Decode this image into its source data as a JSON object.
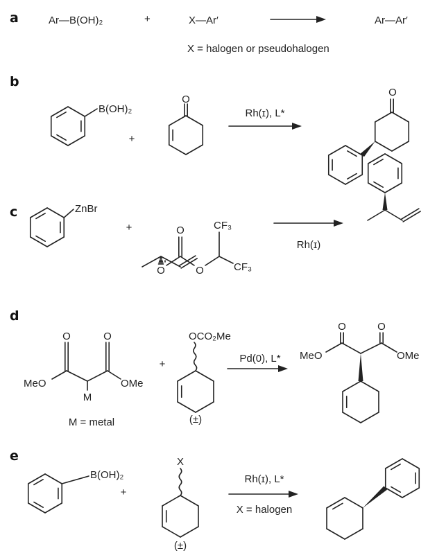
{
  "panels": {
    "a": {
      "label": "a",
      "reactant1": "Ar—B(OH)₂",
      "plus": "+",
      "reactant2": "X—Ar′",
      "product": "Ar—Ar′",
      "note": "X = halogen or pseudohalogen"
    },
    "b": {
      "label": "b",
      "boron": "B(OH)₂",
      "plus": "+",
      "oxygen": "O",
      "product_oxygen": "O",
      "conditions": "Rh(ɪ), L*"
    },
    "c": {
      "label": "c",
      "zinc": "ZnBr",
      "plus": "+",
      "carbonyl_o": "O",
      "ether_o1": "O",
      "ether_o2": "O",
      "cf3_top": "CF₃",
      "cf3_bottom": "CF₃",
      "conditions": "Rh(ɪ)"
    },
    "d": {
      "label": "d",
      "o1": "O",
      "o2": "O",
      "meo": "MeO",
      "ome": "OMe",
      "metal": "M",
      "note": "M = metal",
      "plus": "+",
      "leaving_group": "OCO₂Me",
      "racemic": "(±)",
      "conditions": "Pd(0), L*",
      "p_o1": "O",
      "p_o2": "O",
      "p_meo": "MeO",
      "p_ome": "OMe"
    },
    "e": {
      "label": "e",
      "boron": "B(OH)₂",
      "plus": "+",
      "halide": "X",
      "racemic": "(±)",
      "conditions": "Rh(ɪ), L*",
      "note": "X = halogen"
    }
  }
}
